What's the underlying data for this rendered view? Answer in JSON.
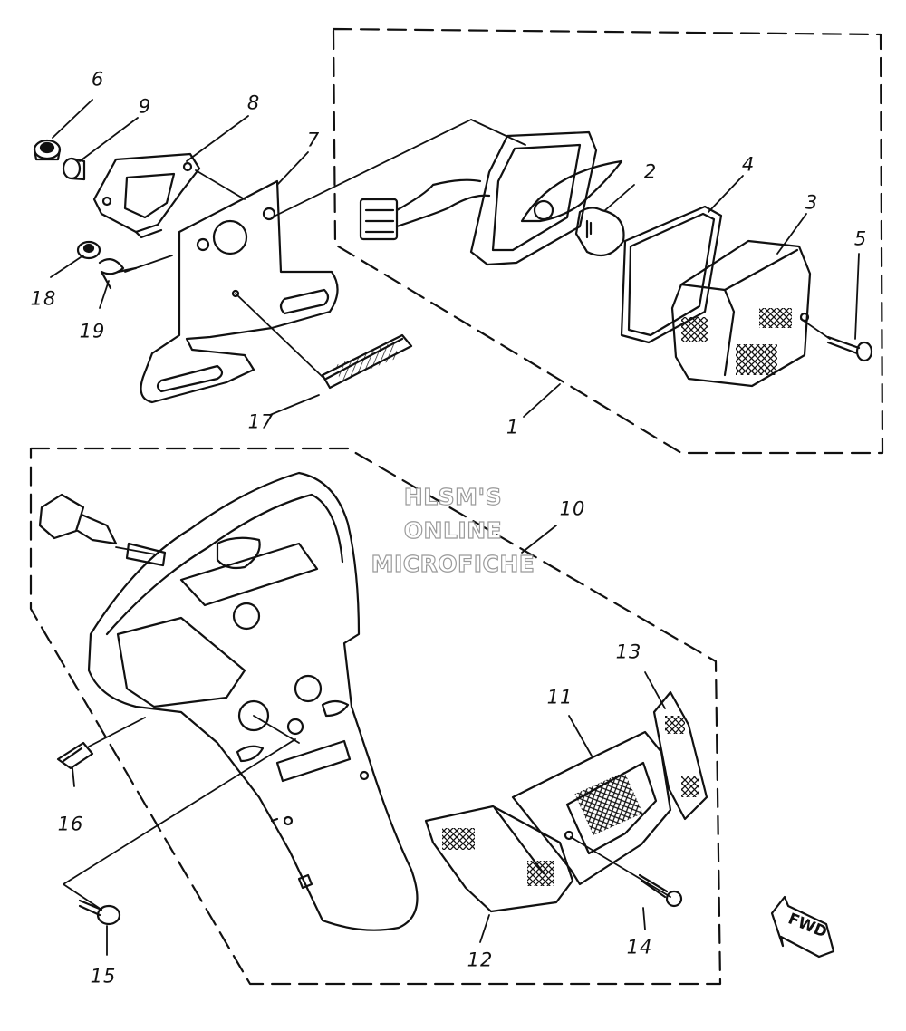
{
  "watermark": {
    "line1": "HLSM'S",
    "line2": "ONLINE",
    "line3": "MICROFICHE"
  },
  "callouts": [
    {
      "id": "c1",
      "label": "1"
    },
    {
      "id": "c2",
      "label": "2"
    },
    {
      "id": "c3",
      "label": "3"
    },
    {
      "id": "c4",
      "label": "4"
    },
    {
      "id": "c5",
      "label": "5"
    },
    {
      "id": "c6",
      "label": "6"
    },
    {
      "id": "c7",
      "label": "7"
    },
    {
      "id": "c8",
      "label": "8"
    },
    {
      "id": "c9",
      "label": "9"
    },
    {
      "id": "c10",
      "label": "10"
    },
    {
      "id": "c11",
      "label": "11"
    },
    {
      "id": "c12",
      "label": "12"
    },
    {
      "id": "c13",
      "label": "13"
    },
    {
      "id": "c14",
      "label": "14"
    },
    {
      "id": "c15",
      "label": "15"
    },
    {
      "id": "c16",
      "label": "16"
    },
    {
      "id": "c17",
      "label": "17"
    },
    {
      "id": "c18",
      "label": "18"
    },
    {
      "id": "c19",
      "label": "19"
    }
  ],
  "direction_badge": "FWD"
}
